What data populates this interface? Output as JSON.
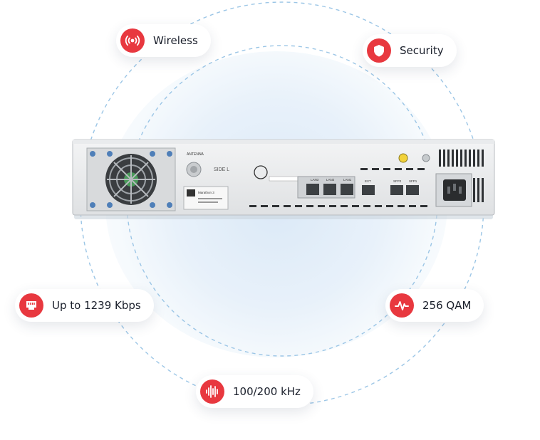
{
  "features": {
    "wireless": {
      "label": "Wireless",
      "icon": "wireless-signal-icon"
    },
    "security": {
      "label": "Security",
      "icon": "shield-icon"
    },
    "throughput": {
      "label": "Up to 1239 Kbps",
      "icon": "ethernet-port-icon"
    },
    "modulation": {
      "label": "256 QAM",
      "icon": "heartbeat-wave-icon"
    },
    "bandwidth": {
      "label": "100/200 kHz",
      "icon": "sound-wave-icon"
    }
  },
  "device": {
    "port_labels": [
      "ANTENNA",
      "SIDE L",
      "LAN3",
      "LAN2",
      "LAN1",
      "EXT",
      "SFP2",
      "SFP1"
    ],
    "model": "Marathon 3"
  },
  "colors": {
    "accent": "#e8383f",
    "ring": "#9cc6e6",
    "text": "#1a1f2b"
  }
}
